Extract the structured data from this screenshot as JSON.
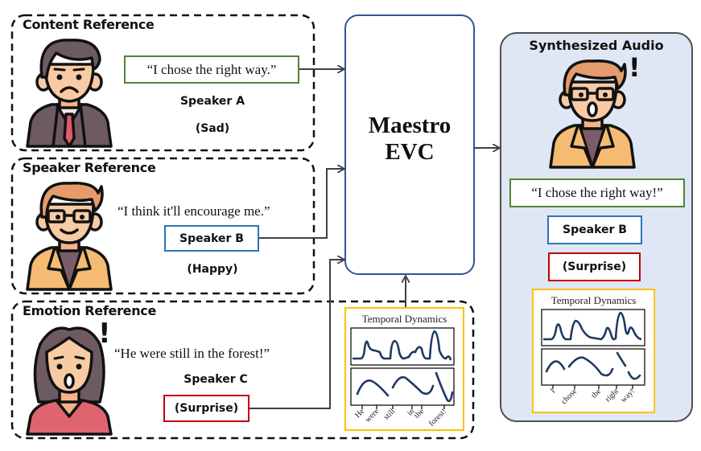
{
  "content_reference": {
    "title": "Content Reference",
    "quote": "“I chose the right way.”",
    "speaker": "Speaker A",
    "emotion": "(Sad)"
  },
  "speaker_reference": {
    "title": "Speaker Reference",
    "quote": "“I think it'll encourage me.”",
    "speaker": "Speaker B",
    "emotion": "(Happy)"
  },
  "emotion_reference": {
    "title": "Emotion Reference",
    "quote": "“He were still in the forest!”",
    "speaker": "Speaker C",
    "emotion": "(Surprise)",
    "temporal_dynamics": {
      "title": "Temporal Dynamics",
      "words": [
        "He",
        "were",
        "still",
        "in",
        "the",
        "forest!"
      ]
    }
  },
  "model": {
    "line1": "Maestro",
    "line2": "EVC"
  },
  "synthesized_audio": {
    "title": "Synthesized Audio",
    "quote": "“I chose the right way!”",
    "speaker": "Speaker B",
    "emotion": "(Surprise)",
    "temporal_dynamics": {
      "title": "Temporal Dynamics",
      "words": [
        "I",
        "chose",
        "the",
        "right",
        "way!"
      ]
    }
  },
  "colors": {
    "content_border": "#548235",
    "speaker_border": "#2e75b6",
    "emotion_border": "#c00000",
    "dynamics_border": "#ffc000",
    "model_border": "#2f5597",
    "output_bg": "#dfe6f4",
    "curve": "#1f3864",
    "arrow": "#404040"
  }
}
